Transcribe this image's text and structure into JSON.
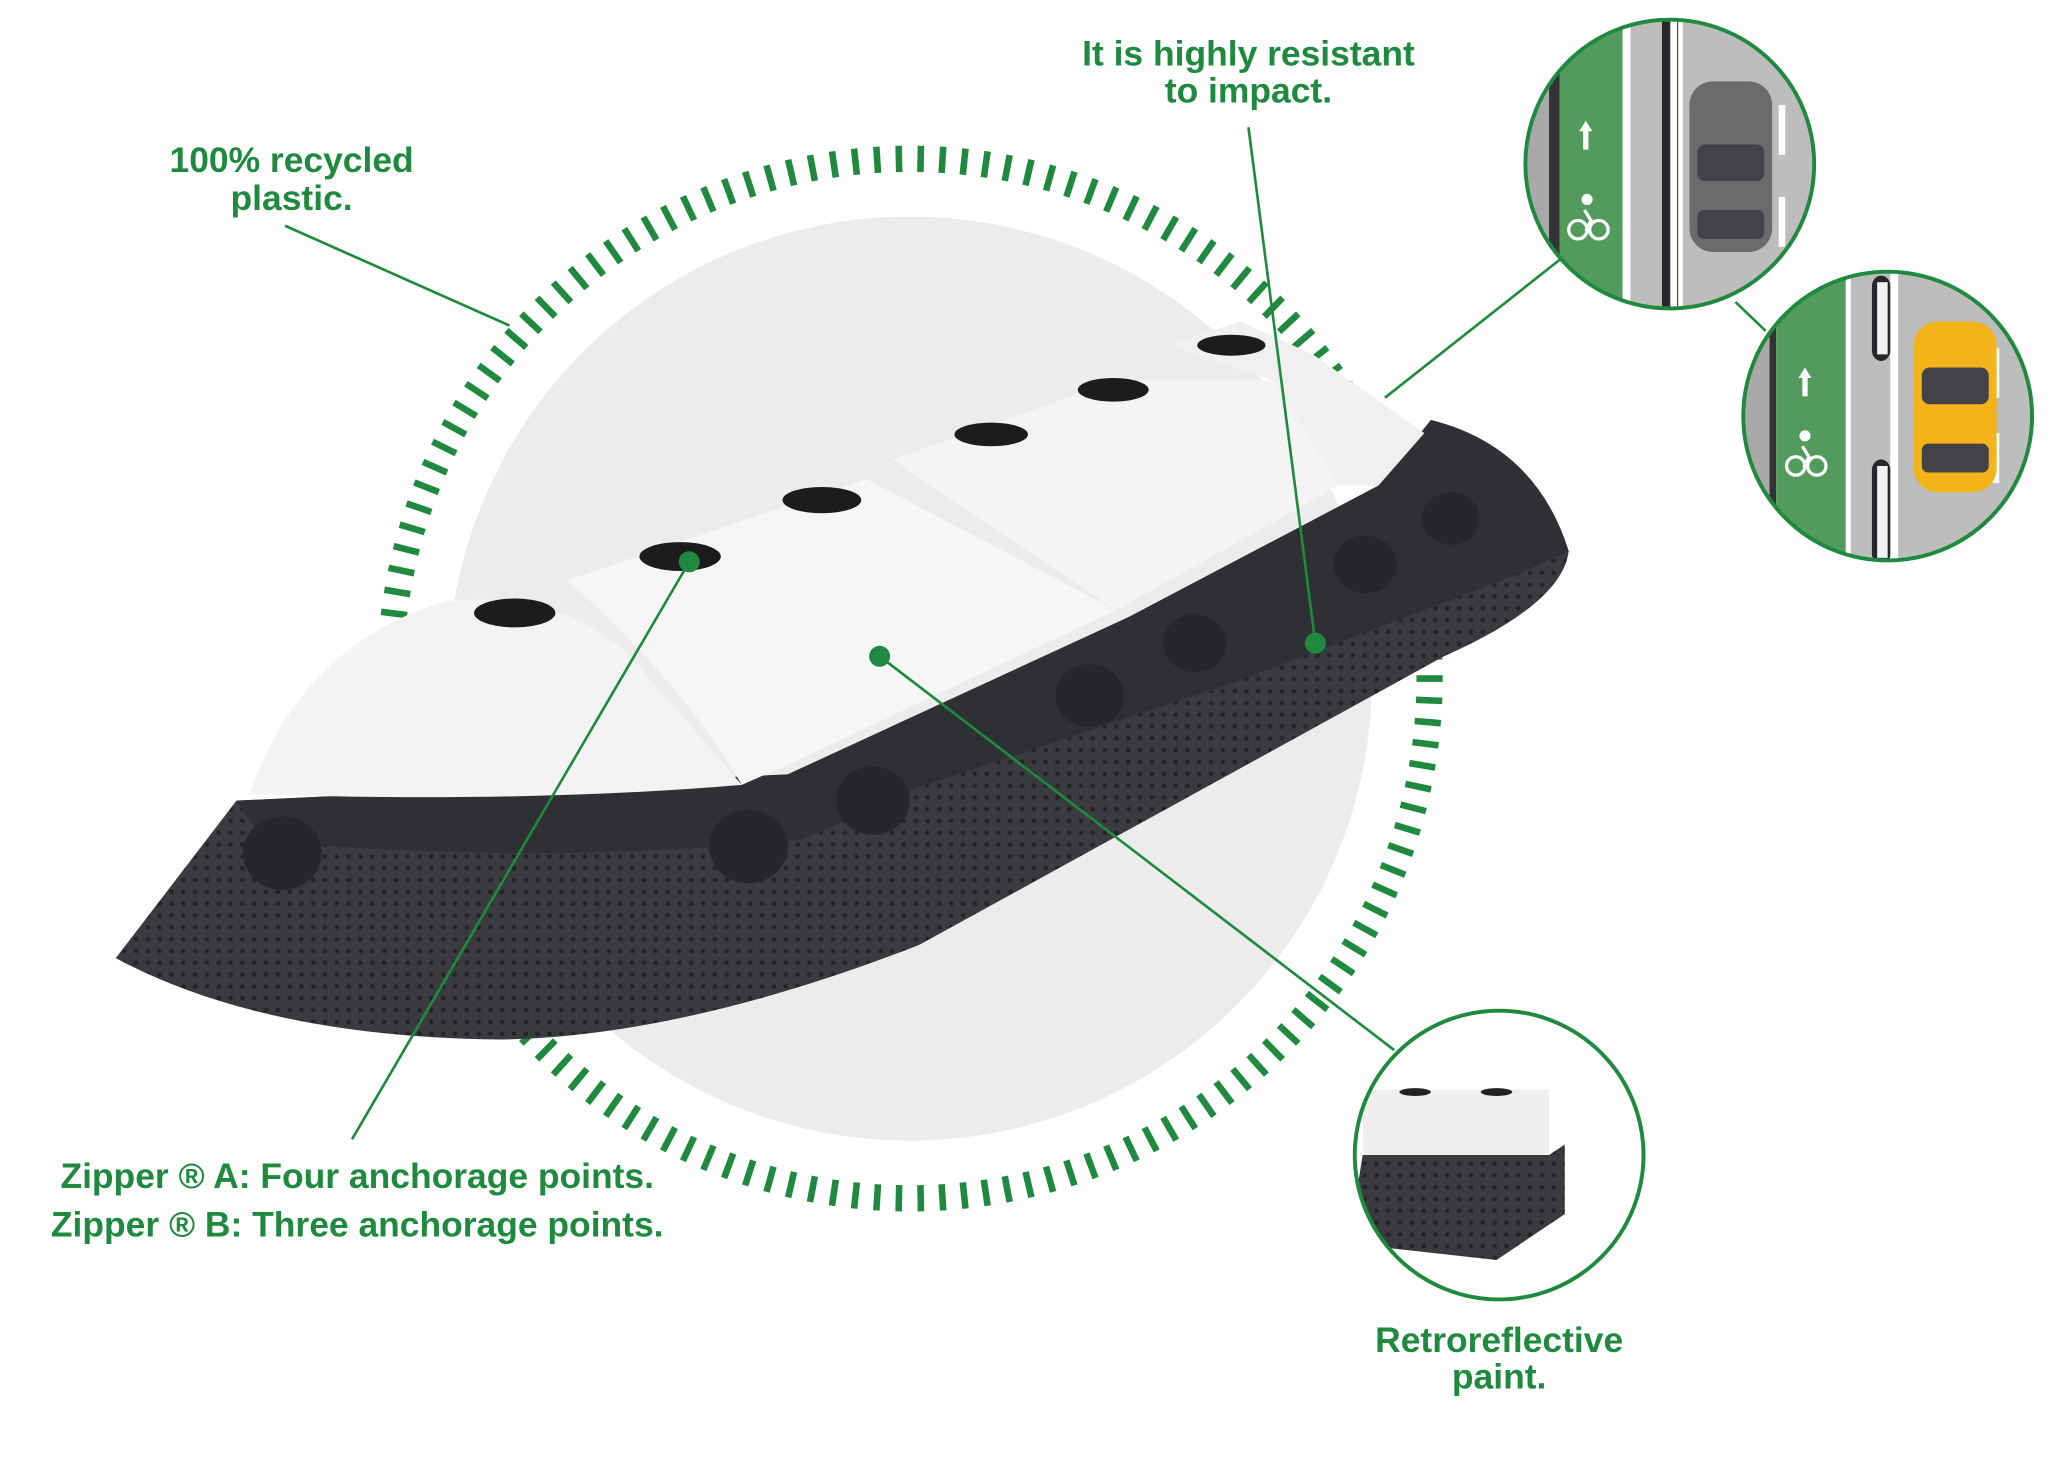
{
  "colors": {
    "accent": "#1f8a3f",
    "bike_lane": "#529b5c",
    "road": "#bdbdbd",
    "product_base": "#3a3b3e",
    "product_top": "#f2f2f2",
    "backdrop_circle": "#ececec",
    "car_grey": "#6b6b6e",
    "car_yellow": "#f2b418"
  },
  "labels": {
    "recycled": [
      "100% recycled",
      "plastic."
    ],
    "impact": [
      "It is highly resistant",
      "to impact."
    ],
    "zipper": [
      "Zipper ® A: Four anchorage points.",
      "Zipper ® B: Three anchorage points."
    ],
    "retroreflective": [
      "Retroreflective",
      "paint."
    ]
  },
  "icons": [
    "bicycle-icon",
    "arrow-up-icon",
    "car-icon"
  ]
}
